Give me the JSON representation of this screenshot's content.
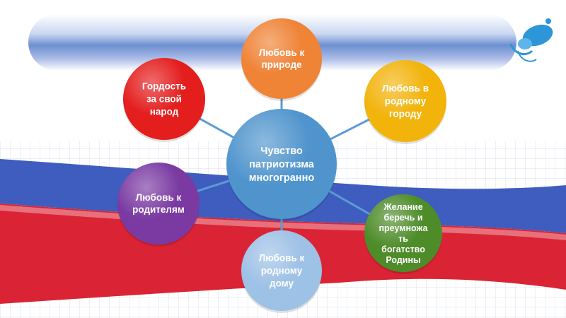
{
  "colors": {
    "background": "#ffffff",
    "banner_blue": "#6d8fd0",
    "flag_blue": "#2f4fb8",
    "flag_red": "#d8182a",
    "center": "#4f94cd",
    "orange": "#ef8336",
    "yellow": "#f2b30b",
    "red": "#e41d1d",
    "purple": "#7a3aa2",
    "green": "#4e8c2a",
    "lightblue": "#9ec1e6",
    "connector": "#5b9bd5",
    "logo": "#2c96d9"
  },
  "decor": {
    "logo_icon": "blue-swirl-logo-icon",
    "pattern": "grid-paper"
  },
  "diagram": {
    "center": {
      "lines": [
        "Чувство",
        "патриотизма",
        "многогранно"
      ],
      "color_key": "center"
    },
    "nodes": [
      {
        "id": "nature",
        "lines": [
          "Любовь к",
          "природе"
        ],
        "color_key": "orange"
      },
      {
        "id": "city",
        "lines": [
          "Любовь в",
          "родному",
          "городу"
        ],
        "color_key": "yellow"
      },
      {
        "id": "wealth",
        "lines": [
          "Желание",
          "беречь и",
          "преумножа",
          "ть",
          "богатство",
          "Родины"
        ],
        "color_key": "green"
      },
      {
        "id": "home",
        "lines": [
          "Любовь к",
          "родному",
          "дому"
        ],
        "color_key": "lightblue"
      },
      {
        "id": "parents",
        "lines": [
          "Любовь к",
          "родителям"
        ],
        "color_key": "purple"
      },
      {
        "id": "people",
        "lines": [
          "Гордость",
          "за свой",
          "народ"
        ],
        "color_key": "red"
      }
    ]
  }
}
